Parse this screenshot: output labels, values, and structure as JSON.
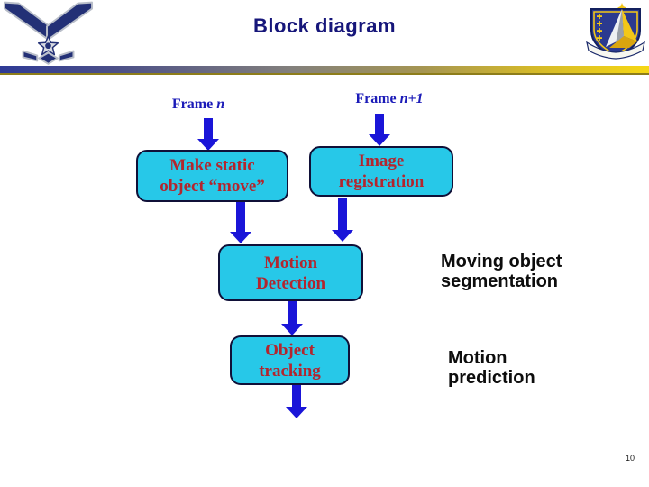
{
  "header": {
    "title": "Block diagram",
    "left_logo": "usaf-wings-logo",
    "right_logo": "afrl-shield-logo"
  },
  "diagram": {
    "frame_labels": [
      {
        "prefix": "Frame",
        "variable": "n"
      },
      {
        "prefix": "Frame",
        "variable": "n+1"
      }
    ],
    "boxes": [
      {
        "lines": [
          "Make static",
          "object “move”"
        ]
      },
      {
        "lines": [
          "Image",
          "registration"
        ]
      },
      {
        "lines": [
          "Motion",
          "Detection"
        ]
      },
      {
        "lines": [
          "Object",
          "tracking"
        ]
      }
    ],
    "annotations": [
      {
        "lines": [
          "Moving object",
          "segmentation"
        ]
      },
      {
        "lines": [
          "Motion",
          "prediction"
        ]
      }
    ]
  },
  "footer": {
    "page_number": "10"
  },
  "colors": {
    "title-navy": "#16167a",
    "frame-label-blue": "#1b1bb8",
    "box-fill": "#27c8e8",
    "box-border": "#101038",
    "box-text-red": "#b3252e",
    "arrow-blue": "#1a15d8",
    "annotation-black": "#0d0d0d",
    "bar-navy": "#2e3a96",
    "bar-gold": "#f6d714",
    "logo-navy": "#233076",
    "logo-silver": "#b9bec9",
    "shield-gold": "#f3c717",
    "shield-blue": "#2b3a8f"
  }
}
